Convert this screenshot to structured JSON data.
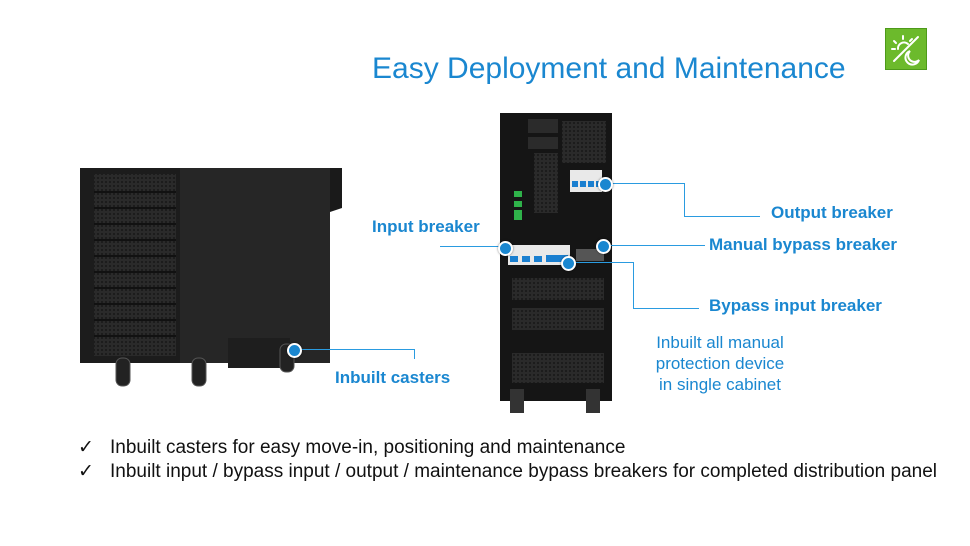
{
  "slide": {
    "title": "Easy Deployment and Maintenance",
    "logo_icon": "day-night-icon",
    "colors": {
      "accent": "#1a87d0",
      "logo_bg": "#6cba2c",
      "cabinet": "#1a1a1a"
    }
  },
  "callouts": {
    "input_breaker": "Input breaker",
    "output_breaker": "Output breaker",
    "manual_bypass_breaker": "Manual bypass breaker",
    "bypass_input_breaker": "Bypass input breaker",
    "inbuilt_casters": "Inbuilt casters"
  },
  "note": {
    "line1": "Inbuilt all manual",
    "line2": "protection device",
    "line3": "in single cabinet"
  },
  "bullets": [
    {
      "check": "✓",
      "text": "Inbuilt casters for easy move-in, positioning and maintenance"
    },
    {
      "check": "✓",
      "text": "Inbuilt input / bypass input / output / maintenance bypass breakers for completed distribution panel"
    }
  ]
}
